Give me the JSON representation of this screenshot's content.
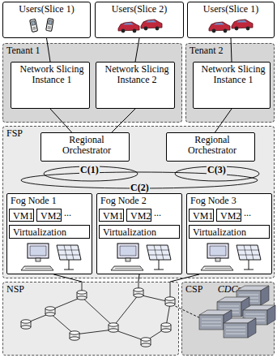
{
  "diagram": {
    "nodes": [
      {
        "text": [
          "Users(Slice 1)"
        ]
      },
      {
        "text": [
          "Users(Slice 2)"
        ]
      },
      {
        "text": [
          "Users(Slice 1)"
        ]
      },
      {
        "text": [
          "Tenant 1"
        ]
      },
      {
        "text": [
          "Network Slicing Instance 1"
        ],
        "in": 3
      },
      {
        "text": [
          "Network Slicing Instance 2"
        ],
        "in": 3
      },
      {
        "text": [
          "Tenant 2"
        ]
      },
      {
        "text": [
          "Network Slicing Instance 1"
        ],
        "in": 6
      },
      {
        "text": [
          "FSP"
        ]
      },
      {
        "text": [
          "Regional Orchestrator"
        ],
        "in": 8
      },
      {
        "text": [
          "Regional Orchestrator"
        ],
        "in": 8
      },
      {
        "text": [
          "Fog Node 1"
        ],
        "in": 8
      },
      {
        "text": [
          "VM1"
        ],
        "in": 11
      },
      {
        "text": [
          "VM2"
        ],
        "in": 11
      },
      {
        "text": [
          "Virtualization"
        ],
        "in": 11
      },
      {
        "text": [
          "Fog Node 2"
        ],
        "in": 8
      },
      {
        "text": [
          "VM1"
        ],
        "in": 15
      },
      {
        "text": [
          "VM2"
        ],
        "in": 15
      },
      {
        "text": [
          "Virtualization"
        ],
        "in": 15
      },
      {
        "text": [
          "Fog Node 3"
        ],
        "in": 8
      },
      {
        "text": [
          "VM1"
        ],
        "in": 19
      },
      {
        "text": [
          "VM2"
        ],
        "in": 19
      },
      {
        "text": [
          "Virtualization"
        ],
        "in": 19
      },
      {
        "text": [
          "NSP"
        ]
      },
      {
        "text": [
          "CSP",
          "CDCs"
        ]
      }
    ],
    "edges": [
      {
        "from": 0,
        "to": 4,
        "arrow": "none"
      },
      {
        "from": 1,
        "to": 5,
        "arrow": "none"
      },
      {
        "from": 2,
        "to": 7,
        "arrow": "none"
      },
      {
        "from": 4,
        "to": 9,
        "arrow": "none"
      },
      {
        "from": 5,
        "to": 9,
        "arrow": "none"
      },
      {
        "from": 7,
        "to": 10,
        "arrow": "none"
      },
      {
        "from": 11,
        "to": 23,
        "arrow": "none"
      },
      {
        "from": 15,
        "to": 23,
        "arrow": "none"
      },
      {
        "from": 19,
        "to": 23,
        "arrow": "none"
      }
    ],
    "labels": [
      "C(1)",
      "C(2)",
      "C(3)",
      "...",
      "...",
      "..."
    ]
  }
}
